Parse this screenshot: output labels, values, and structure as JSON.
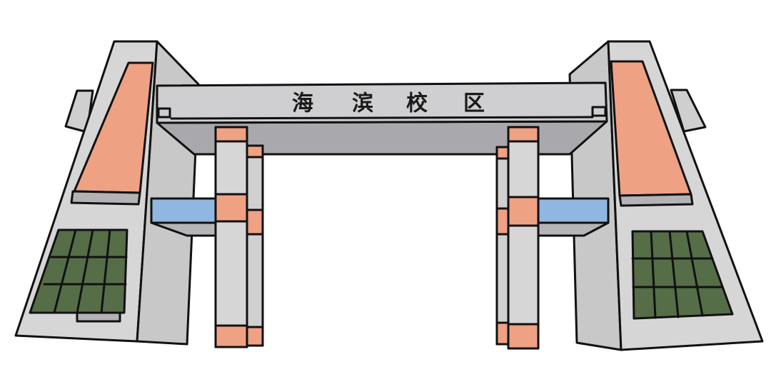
{
  "gate": {
    "sign": {
      "chars": [
        "海",
        "滨",
        "校",
        "区"
      ],
      "text": "海滨校区"
    }
  },
  "colors": {
    "stroke": "#111111",
    "wall": "#d6d6d6",
    "wall_shadow": "#a9a8ad",
    "beam_face": "#cfcfd1",
    "salmon": "#efa184",
    "glass_blue": "#8fb7df",
    "window_green": "#566e48",
    "background": "#ffffff"
  }
}
